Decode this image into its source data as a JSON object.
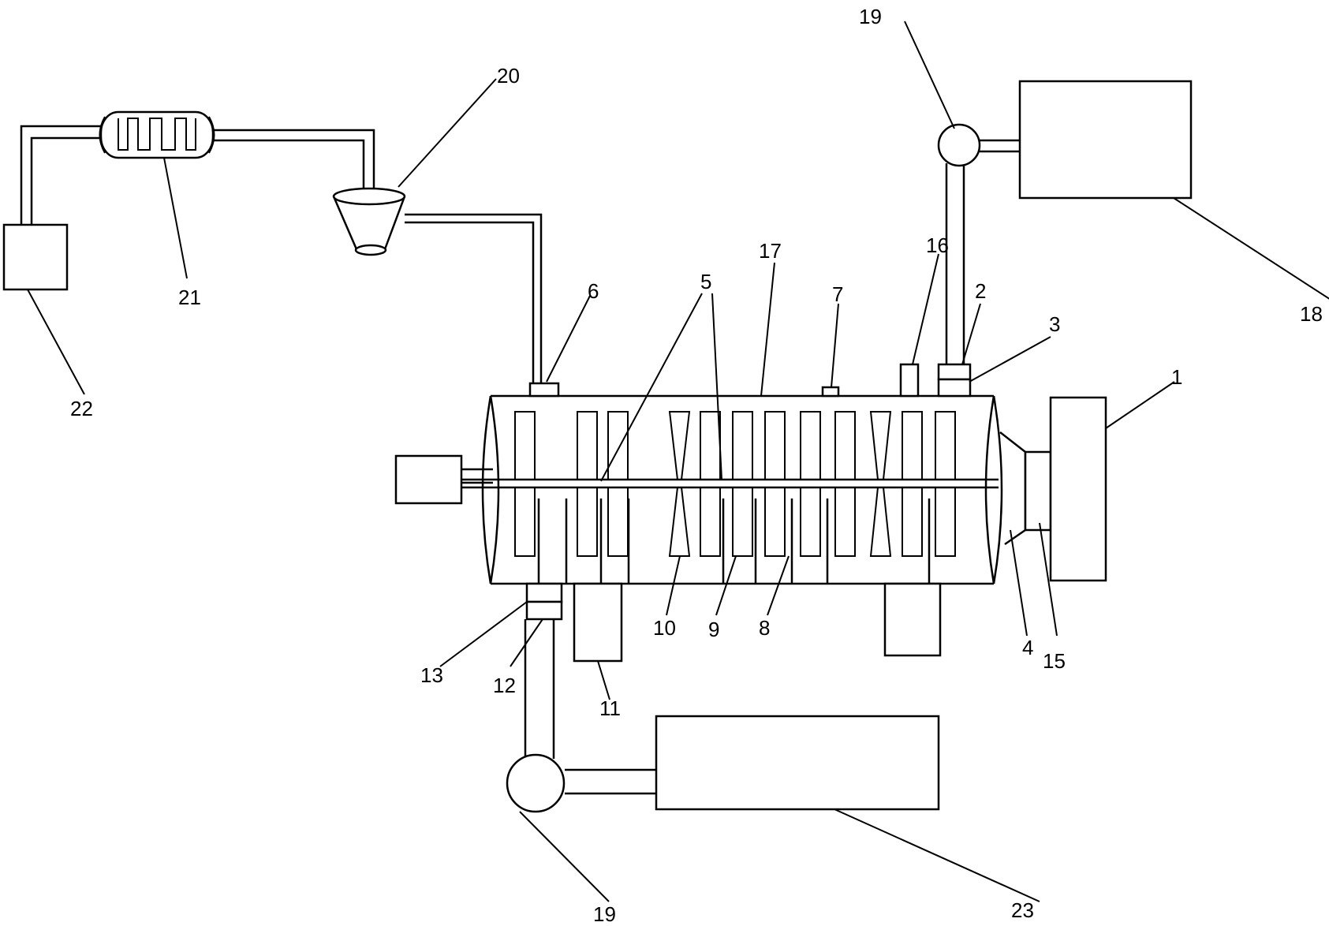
{
  "colors": {
    "ink": "#000000",
    "background": "#ffffff"
  },
  "labels": {
    "l1": "1",
    "l2": "2",
    "l3": "3",
    "l4": "4",
    "l5a": "5",
    "l5b": "5",
    "l6": "6",
    "l7": "7",
    "l8": "8",
    "l9": "9",
    "l10": "10",
    "l11": "11",
    "l12": "12",
    "l13": "13",
    "l15": "15",
    "l16": "16",
    "l17": "17",
    "l18": "18",
    "l19a": "19",
    "l19b": "19",
    "l20": "20",
    "l21": "21",
    "l22": "22",
    "l23": "23"
  }
}
